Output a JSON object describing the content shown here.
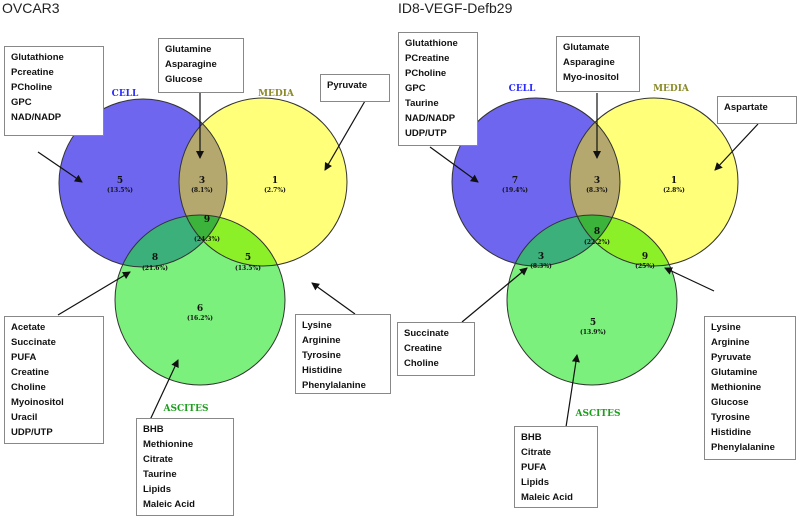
{
  "panels": [
    {
      "title": "OVCAR3",
      "set_labels": {
        "cell": "CELL",
        "media": "MEDIA",
        "ascites": "ASCITES"
      },
      "regions": {
        "cell_only": {
          "count": "5",
          "pct": "(13.5%)"
        },
        "cell_media": {
          "count": "3",
          "pct": "(8.1%)"
        },
        "media_only": {
          "count": "1",
          "pct": "(2.7%)"
        },
        "all_three": {
          "count": "9",
          "pct": "(24.3%)"
        },
        "cell_ascites": {
          "count": "8",
          "pct": "(21.6%)"
        },
        "media_ascites": {
          "count": "5",
          "pct": "(13.5%)"
        },
        "ascites_only": {
          "count": "6",
          "pct": "(16.2%)"
        }
      },
      "callouts": {
        "cell_only": [
          "Glutathione",
          "Pcreatine",
          "PCholine",
          "GPC",
          "NAD/NADP"
        ],
        "cell_media": [
          "Glutamine",
          "Asparagine",
          "Glucose"
        ],
        "media_only": [
          "Pyruvate"
        ],
        "cell_ascites": [
          "Acetate",
          "Succinate",
          "PUFA",
          "Creatine",
          "Choline",
          "Myoinositol",
          "Uracil",
          "UDP/UTP"
        ],
        "media_ascites": [
          "Lysine",
          "Arginine",
          "Tyrosine",
          "Histidine",
          "Phenylalanine"
        ],
        "ascites_only": [
          "BHB",
          "Methionine",
          "Citrate",
          "Taurine",
          "Lipids",
          "Maleic Acid"
        ]
      }
    },
    {
      "title": "ID8-VEGF-Defb29",
      "set_labels": {
        "cell": "CELL",
        "media": "MEDIA",
        "ascites": "ASCITES"
      },
      "regions": {
        "cell_only": {
          "count": "7",
          "pct": "(19.4%)"
        },
        "cell_media": {
          "count": "3",
          "pct": "(8.3%)"
        },
        "media_only": {
          "count": "1",
          "pct": "(2.8%)"
        },
        "all_three": {
          "count": "8",
          "pct": "(22.2%)"
        },
        "cell_ascites": {
          "count": "3",
          "pct": "(8.3%)"
        },
        "media_ascites": {
          "count": "9",
          "pct": "(25%)"
        },
        "ascites_only": {
          "count": "5",
          "pct": "(13.9%)"
        }
      },
      "callouts": {
        "cell_only": [
          "Glutathione",
          "PCreatine",
          "PCholine",
          "GPC",
          "Taurine",
          "NAD/NADP",
          "UDP/UTP"
        ],
        "cell_media": [
          "Glutamate",
          "Asparagine",
          "Myo-inositol"
        ],
        "media_only": [
          "Aspartate"
        ],
        "cell_ascites": [
          "Succinate",
          "Creatine",
          "Choline"
        ],
        "media_ascites": [
          "Lysine",
          "Arginine",
          "Pyruvate",
          "Glutamine",
          "Methionine",
          "Glucose",
          "Tyrosine",
          "Histidine",
          "Phenylalanine"
        ],
        "ascites_only": [
          "BHB",
          "Citrate",
          "PUFA",
          "Lipids",
          "Maleic Acid"
        ]
      }
    }
  ],
  "colors": {
    "cell": "#6f66f0",
    "media": "#ffff7a",
    "ascites": "#7cf07c",
    "cell_media": "#b5a86e",
    "cell_ascites": "#3cb07a",
    "media_ascites": "#8cf028",
    "all_three": "#3cb43c",
    "cell_label": "#2a2aff",
    "media_label": "#8a8a28",
    "ascites_label": "#1e9e1e"
  }
}
